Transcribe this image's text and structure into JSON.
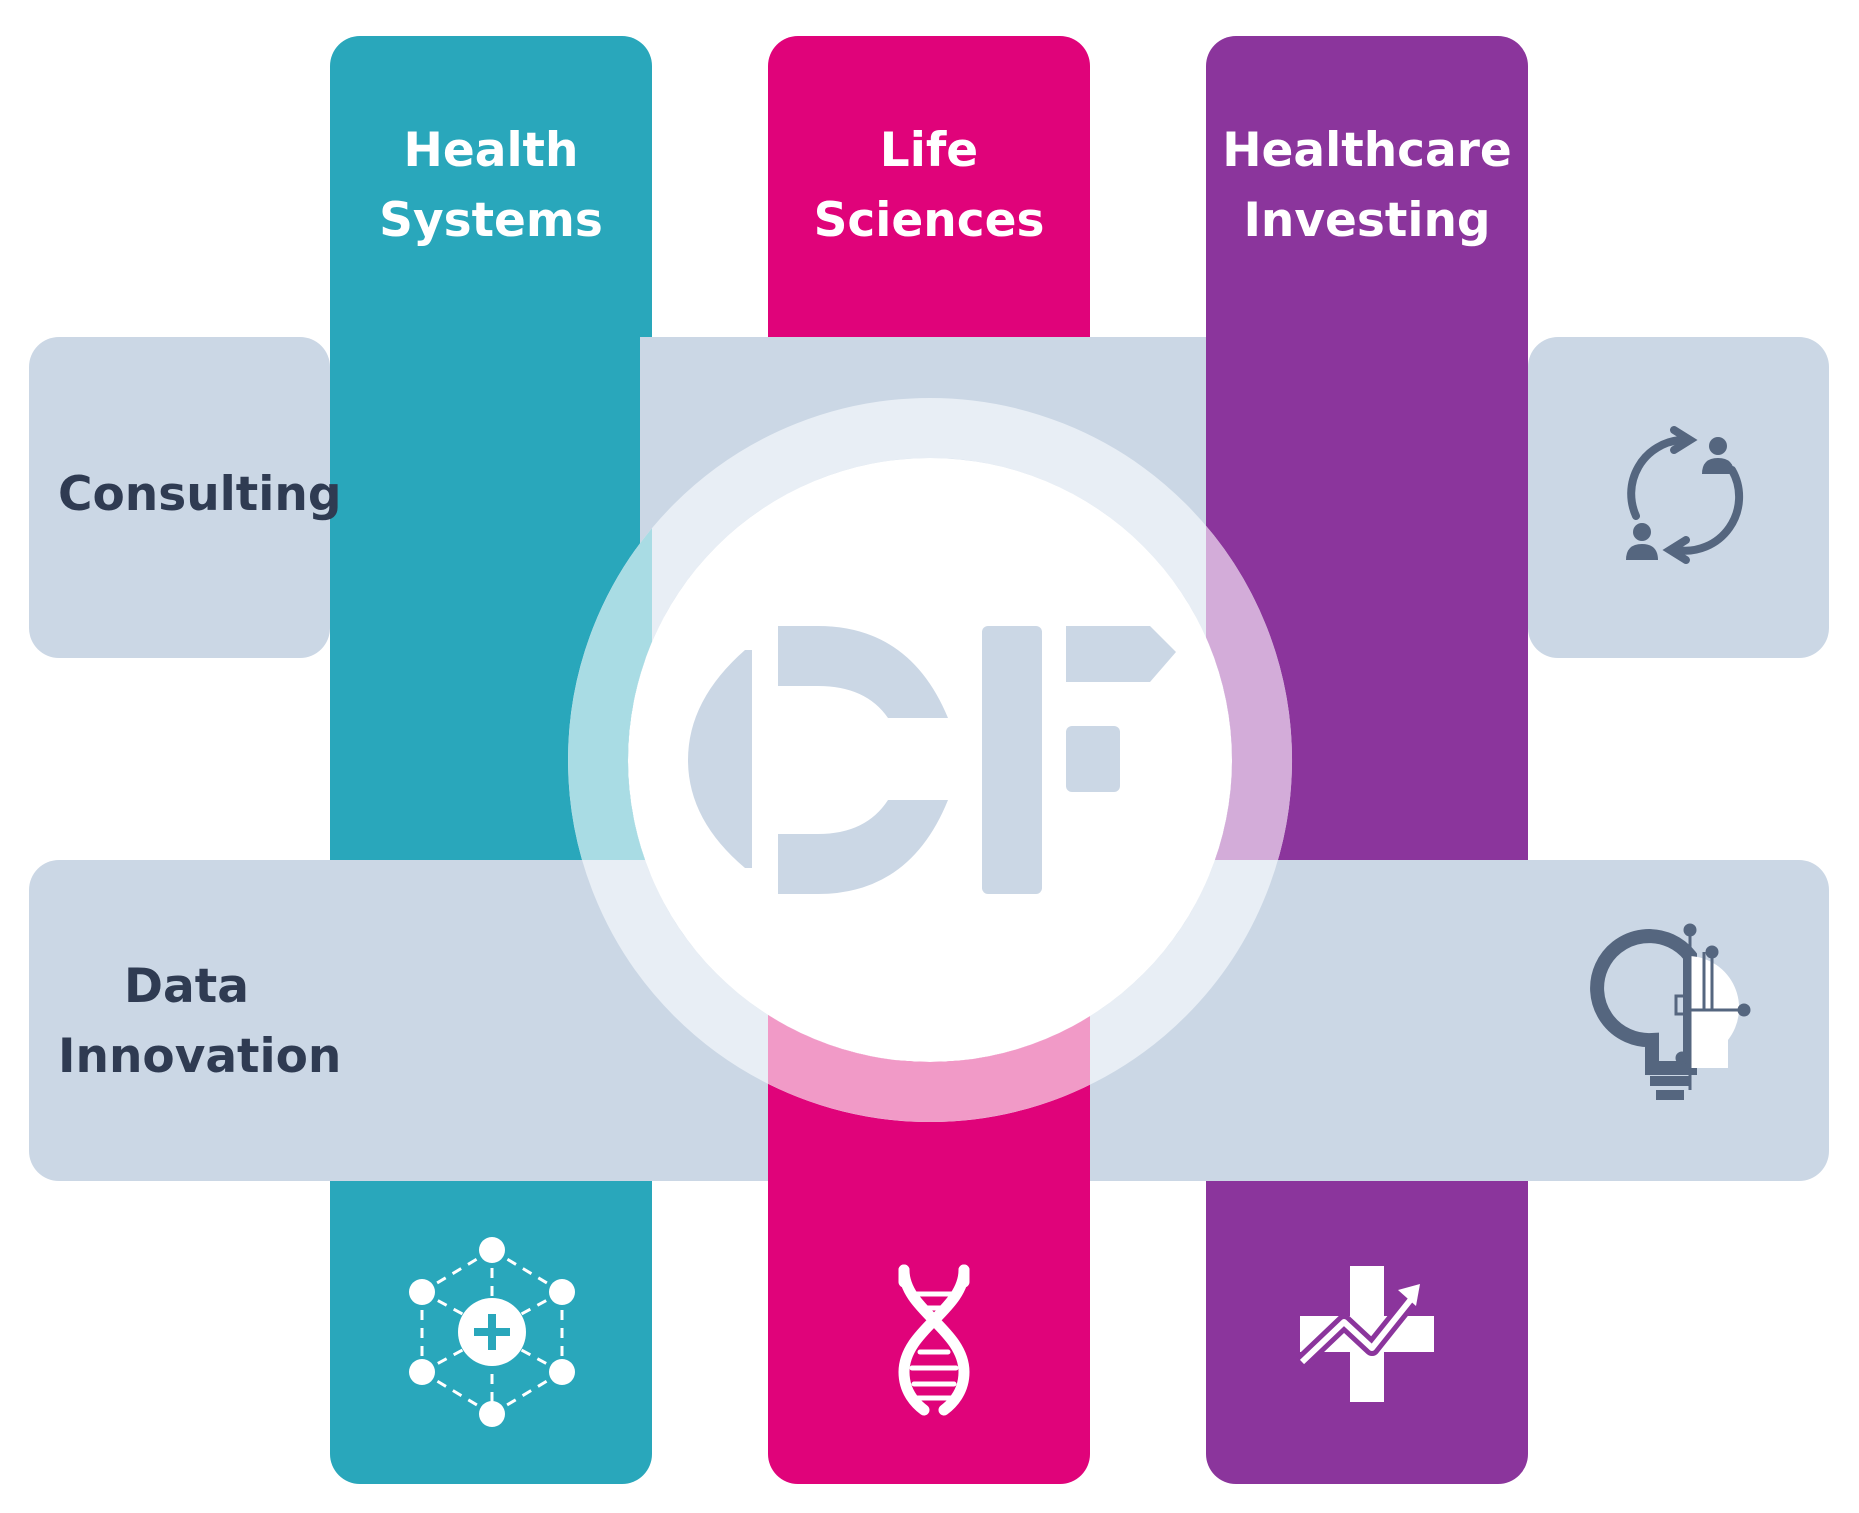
{
  "columns": [
    {
      "title_line1": "Health",
      "title_line2": "Systems",
      "color": "#29a7bb",
      "icon": "molecule-plus-icon"
    },
    {
      "title_line1": "Life",
      "title_line2": "Sciences",
      "color": "#e0037a",
      "icon": "dna-icon"
    },
    {
      "title_line1": "Healthcare",
      "title_line2": "Investing",
      "color": "#8b359c",
      "icon": "medical-cross-growth-icon"
    }
  ],
  "rows": [
    {
      "title_line1": "Consulting",
      "title_line2": "",
      "icon": "people-cycle-icon"
    },
    {
      "title_line1": "Data",
      "title_line2": "Innovation",
      "icon": "lightbulb-circuit-icon"
    }
  ],
  "center": {
    "logo": "cf-logo-icon"
  },
  "colors": {
    "row_band": "#cbd7e5",
    "row_text": "#2f3b52",
    "row_icon": "#55667f",
    "ring": "#e8eef5",
    "logo": "#cbd7e5"
  }
}
